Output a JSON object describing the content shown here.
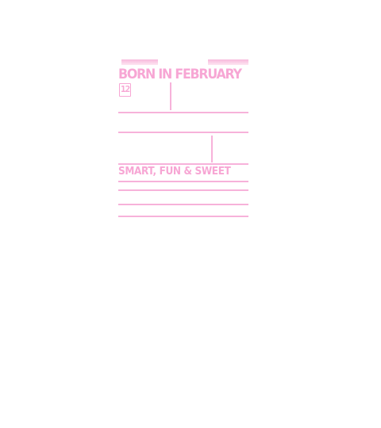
{
  "design": {
    "headline": "BORN IN FEBRUARY",
    "day_number": "12",
    "tagline": "SMART, FUN & SWEET",
    "colors": {
      "text": "#f7a6d4",
      "lines": "#f7b2da",
      "bar_top": "#f8b9dc",
      "bar_bottom": "#fde6f2"
    }
  }
}
